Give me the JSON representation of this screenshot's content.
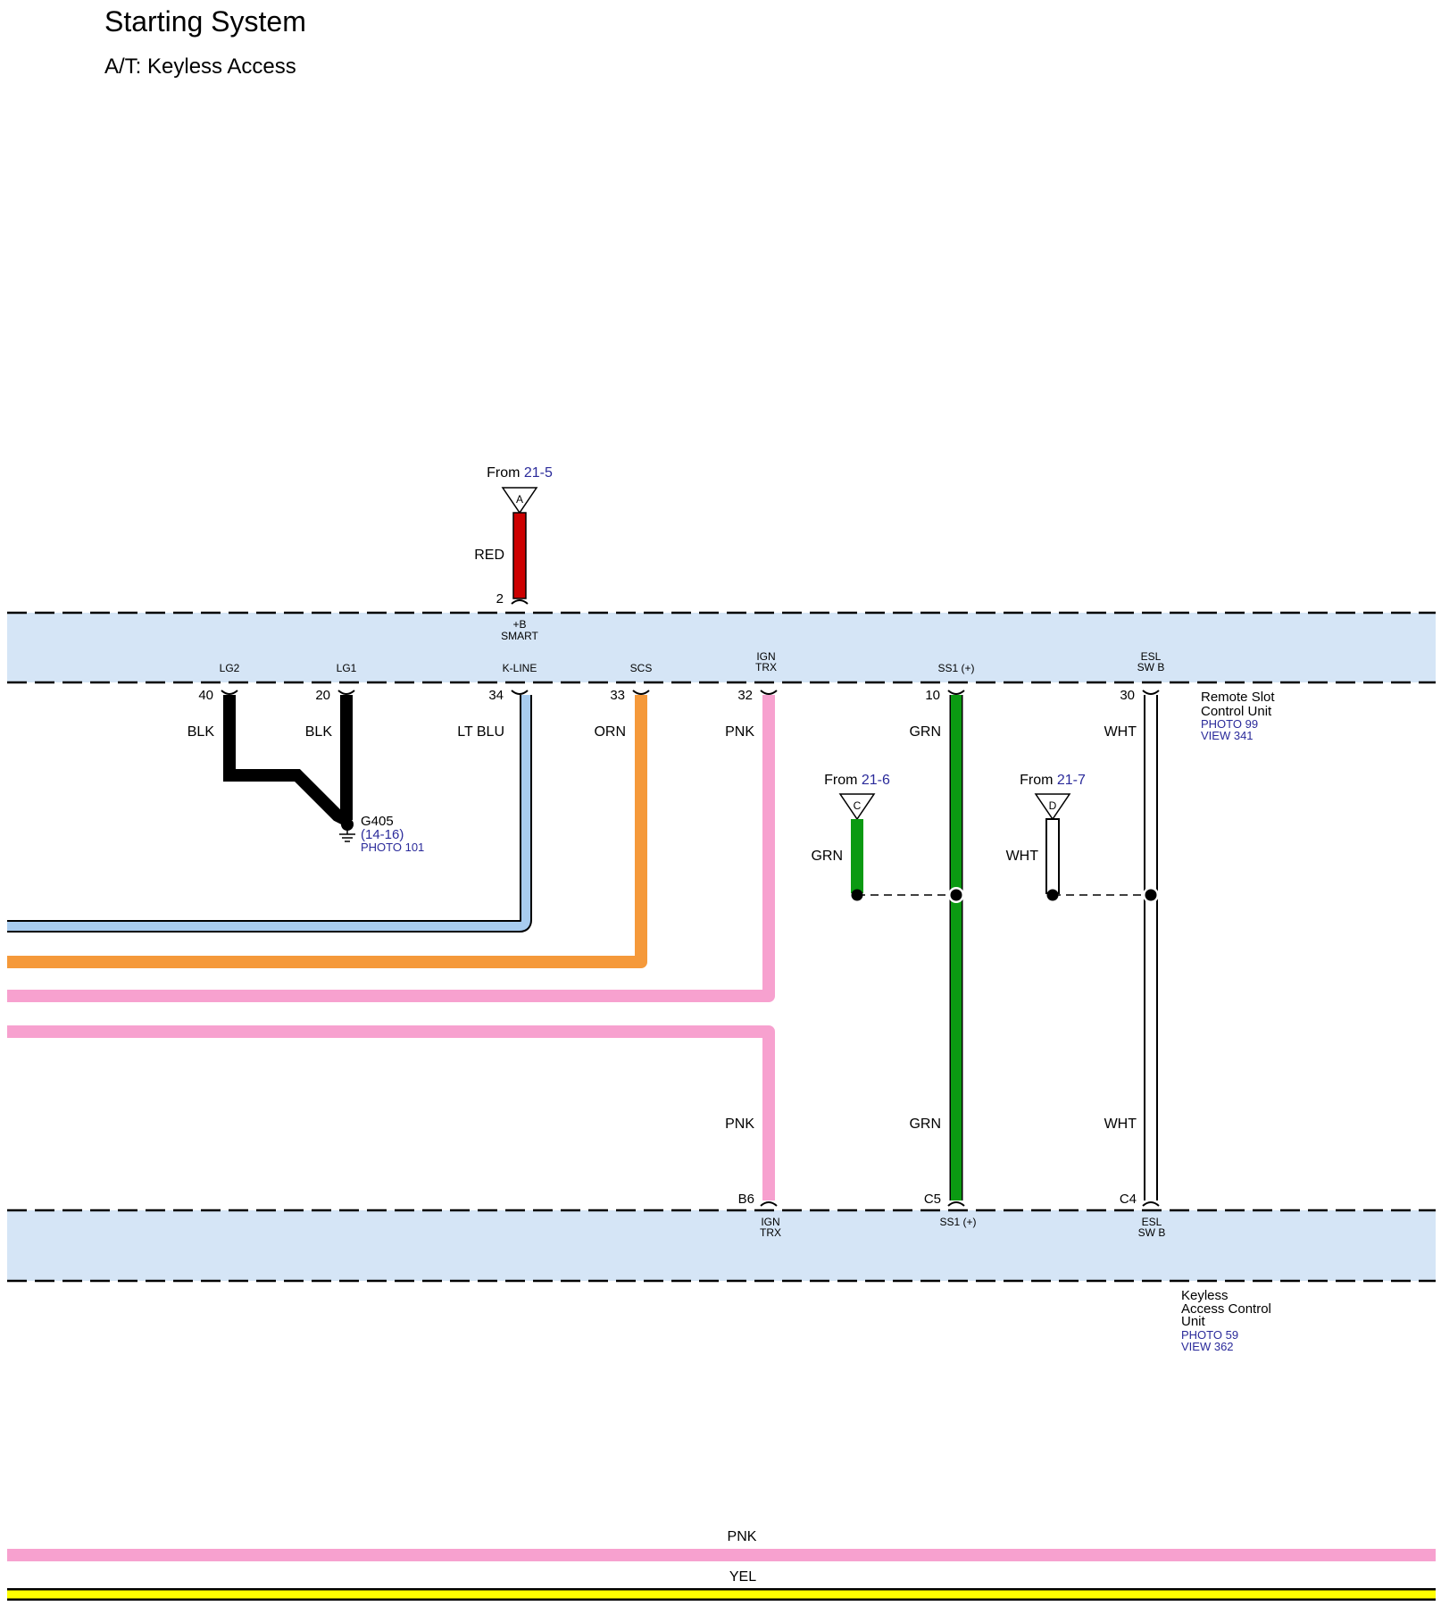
{
  "title": "Starting System",
  "subtitle": "A/T: Keyless Access",
  "colors": {
    "connector_fill": "#d5e5f6",
    "red": "#cc0000",
    "black": "#000000",
    "lt_blu": "#a8ccef",
    "orn": "#f5993a",
    "pnk": "#f7a1cf",
    "grn": "#0b9a12",
    "wht": "#ffffff",
    "yel": "#ffff00",
    "link": "#2a2a9a"
  },
  "from_a": {
    "from_text": "From",
    "ref": "21-5",
    "letter": "A",
    "wire_color": "RED",
    "pin": "2",
    "pin_name_1": "+B",
    "pin_name_2": "SMART"
  },
  "from_c": {
    "from_text": "From",
    "ref": "21-6",
    "letter": "C",
    "wire_color": "GRN"
  },
  "from_d": {
    "from_text": "From",
    "ref": "21-7",
    "letter": "D",
    "wire_color": "WHT"
  },
  "remote_slot": {
    "name_1": "Remote Slot",
    "name_2": "Control Unit",
    "photo": "PHOTO 99",
    "view": "VIEW 341",
    "pins": [
      {
        "name_1": "LG2",
        "name_2": "",
        "num": "40",
        "wire": "BLK"
      },
      {
        "name_1": "LG1",
        "name_2": "",
        "num": "20",
        "wire": "BLK"
      },
      {
        "name_1": "K-LINE",
        "name_2": "",
        "num": "34",
        "wire": "LT BLU"
      },
      {
        "name_1": "SCS",
        "name_2": "",
        "num": "33",
        "wire": "ORN"
      },
      {
        "name_1": "IGN",
        "name_2": "TRX",
        "num": "32",
        "wire": "PNK"
      },
      {
        "name_1": "SS1 (+)",
        "name_2": "",
        "num": "10",
        "wire": "GRN"
      },
      {
        "name_1": "ESL",
        "name_2": "SW B",
        "num": "30",
        "wire": "WHT"
      }
    ]
  },
  "ground": {
    "name": "G405",
    "ref": "(14-16)",
    "photo": "PHOTO 101"
  },
  "keyless": {
    "name_1": "Keyless",
    "name_2": "Access Control",
    "name_3": "Unit",
    "photo": "PHOTO 59",
    "view": "VIEW 362",
    "pins": [
      {
        "num": "B6",
        "name_1": "IGN",
        "name_2": "TRX",
        "wire": "PNK"
      },
      {
        "num": "C5",
        "name_1": "SS1 (+)",
        "name_2": "",
        "wire": "GRN"
      },
      {
        "num": "C4",
        "name_1": "ESL",
        "name_2": "SW B",
        "wire": "WHT"
      }
    ]
  },
  "bottom_wires": [
    {
      "label": "PNK"
    },
    {
      "label": "YEL"
    }
  ]
}
